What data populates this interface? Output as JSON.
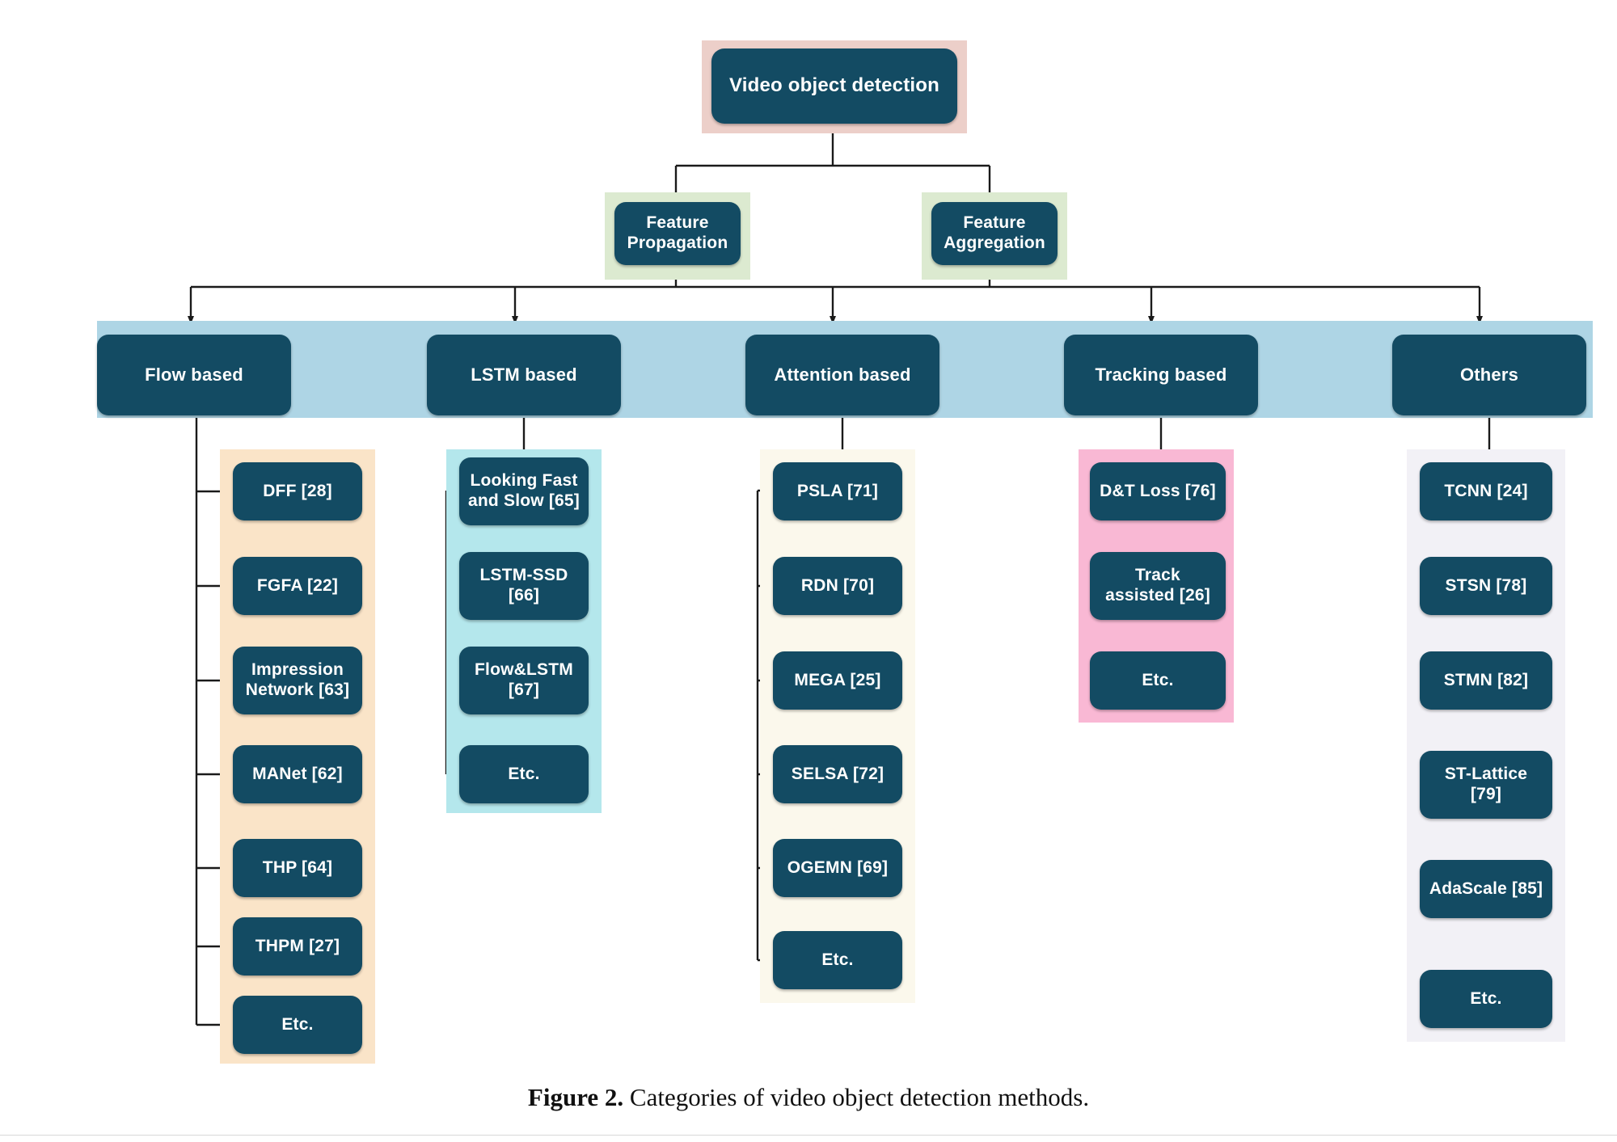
{
  "figure": {
    "caption_label": "Figure 2.",
    "caption_text": " Categories of video object detection methods."
  },
  "colors": {
    "node_fill": "#134b63",
    "node_text": "#ffffff",
    "root_band": "#eccfc9",
    "tier2_band": "#dcead0",
    "category_band": "#aed5e5",
    "flow_band": "#fae4c8",
    "lstm_band": "#b4e7ec",
    "attention_band": "#fbf8ec",
    "tracking_band": "#f9b8d4",
    "others_band": "#f2f1f6",
    "connector": "#1a1a1a"
  },
  "root": {
    "label": "Video object detection"
  },
  "paradigms": [
    {
      "label": "Feature\nPropagation"
    },
    {
      "label": "Feature\nAggregation"
    }
  ],
  "categories": [
    {
      "label": "Flow based"
    },
    {
      "label": "LSTM based"
    },
    {
      "label": "Attention based"
    },
    {
      "label": "Tracking based"
    },
    {
      "label": "Others"
    }
  ],
  "columns": [
    {
      "category": "Flow based",
      "methods": [
        {
          "label": "DFF [28]"
        },
        {
          "label": "FGFA [22]"
        },
        {
          "label": "Impression\nNetwork [63]"
        },
        {
          "label": "MANet [62]"
        },
        {
          "label": "THP [64]"
        },
        {
          "label": "THPM [27]"
        },
        {
          "label": "Etc."
        }
      ]
    },
    {
      "category": "LSTM based",
      "methods": [
        {
          "label": "Looking Fast\nand Slow [65]"
        },
        {
          "label": "LSTM-SSD\n[66]"
        },
        {
          "label": "Flow&LSTM\n[67]"
        },
        {
          "label": "Etc."
        }
      ]
    },
    {
      "category": "Attention based",
      "methods": [
        {
          "label": "PSLA [71]"
        },
        {
          "label": "RDN [70]"
        },
        {
          "label": "MEGA [25]"
        },
        {
          "label": "SELSA [72]"
        },
        {
          "label": "OGEMN [69]"
        },
        {
          "label": "Etc."
        }
      ]
    },
    {
      "category": "Tracking based",
      "methods": [
        {
          "label": "D&T Loss [76]"
        },
        {
          "label": "Track\nassisted [26]"
        },
        {
          "label": "Etc."
        }
      ]
    },
    {
      "category": "Others",
      "methods": [
        {
          "label": "TCNN [24]"
        },
        {
          "label": "STSN [78]"
        },
        {
          "label": "STMN [82]"
        },
        {
          "label": "ST-Lattice\n[79]"
        },
        {
          "label": "AdaScale [85]"
        },
        {
          "label": "Etc."
        }
      ]
    }
  ]
}
